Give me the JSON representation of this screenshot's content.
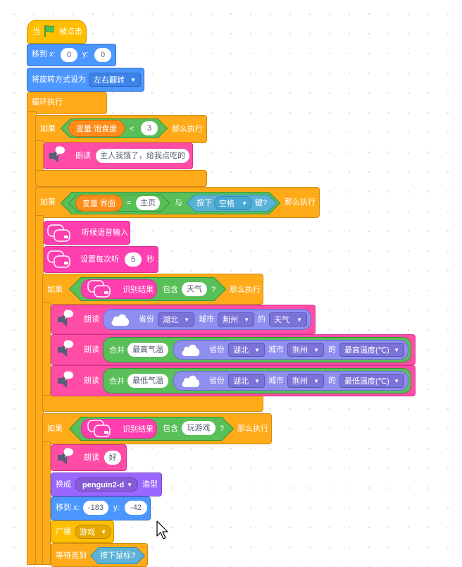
{
  "blocks": {
    "when_flag": {
      "when": "当",
      "clicked": "被点击"
    },
    "goto1": {
      "label": "移到 x:",
      "x": "0",
      "y_label": "y:",
      "y": "0"
    },
    "rotation": {
      "label": "将旋转方式设为",
      "value": "左右翻转"
    },
    "forever": {
      "label": "循环执行"
    },
    "if1": {
      "if": "如果",
      "var_prefix": "变量",
      "var_name": "饱食度",
      "op": "<",
      "value": "3",
      "then": "那么执行"
    },
    "speak1": {
      "label": "朗读",
      "text": "主人我饿了，给我点吃的"
    },
    "if2": {
      "if": "如果",
      "var_prefix": "变量",
      "var_name": "界面",
      "eq": "=",
      "value": "主页",
      "and": "与",
      "press": "按下",
      "key": "空格",
      "key_suffix": "键?",
      "then": "那么执行"
    },
    "listen": {
      "label": "听候语音输入"
    },
    "set_listen": {
      "label": "设置每次听",
      "value": "5",
      "unit": "秒"
    },
    "if3": {
      "if": "如果",
      "result": "识别结果",
      "contains": "包含",
      "value": "天气",
      "q": "?",
      "then": "那么执行"
    },
    "speak_weather": {
      "label": "朗读",
      "province_label": "省份",
      "province": "湖北",
      "city_label": "城市",
      "city": "荆州",
      "of": "的",
      "field": "天气"
    },
    "speak_high": {
      "label": "朗读",
      "join": "合并",
      "text": "最高气温",
      "province_label": "省份",
      "province": "湖北",
      "city_label": "城市",
      "city": "荆州",
      "of": "的",
      "field": "最高温度(℃)"
    },
    "speak_low": {
      "label": "朗读",
      "join": "合并",
      "text": "最低气温",
      "province_label": "省份",
      "province": "湖北",
      "city_label": "城市",
      "city": "荆州",
      "of": "的",
      "field": "最低温度(℃)"
    },
    "if4": {
      "if": "如果",
      "result": "识别结果",
      "contains": "包含",
      "value": "玩游戏",
      "q": "?",
      "then": "那么执行"
    },
    "speak_ok": {
      "label": "朗读",
      "text": "好"
    },
    "costume": {
      "label": "换成",
      "value": "penguin2-d",
      "suffix": "造型"
    },
    "goto2": {
      "label": "移到 x:",
      "x": "-183",
      "y_label": "y:",
      "y": "-42"
    },
    "broadcast": {
      "label": "广播",
      "value": "游戏"
    },
    "wait_until": {
      "label": "等待直到",
      "cond": "按下鼠标?"
    }
  },
  "colors": {
    "events": "#ffbf00",
    "motion": "#4c97ff",
    "control": "#ffab19",
    "tts": "#ff4da6",
    "operators": "#59c059",
    "variables": "#ff8c1a",
    "looks": "#9966ff",
    "sensing": "#5cb1d6",
    "weather": "#8f8ff0"
  }
}
